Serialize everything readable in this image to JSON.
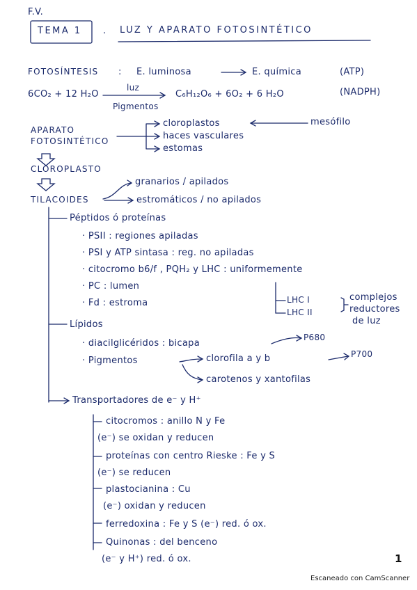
{
  "header": {
    "initials": "F.V.",
    "topic_box": "TEMA 1",
    "separator": ".",
    "title": "LUZ Y APARATO FOTOSINTÉTICO"
  },
  "photosynthesis": {
    "label": "FOTOSÍNTESIS",
    "colon": ":",
    "from": "E. luminosa",
    "to": "E. química",
    "atp": "(ATP)",
    "nadph": "(NADPH)",
    "eq_left": "6CO₂ + 12 H₂O",
    "eq_over": "luz",
    "eq_under": "Pigmentos",
    "eq_right": "C₆H₁₂O₆ + 6O₂ + 6 H₂O"
  },
  "apparatus": {
    "label_line1": "APARATO",
    "label_line2": "FOTOSINTÉTICO",
    "items": [
      "cloroplastos",
      "haces vasculares",
      "estomas"
    ],
    "mesofilo": "mesófilo"
  },
  "cloroplasto": "CLOROPLASTO",
  "tilacoides": {
    "label": "TILACOIDES",
    "types": [
      "granarios / apilados",
      "estromáticos / no apilados"
    ]
  },
  "peptidos": {
    "heading": "Péptidos ó proteínas",
    "items": [
      "· PSII : regiones apiladas",
      "· PSI y ATP sintasa : reg. no apiladas",
      "· citocromo b6/f , PQH₂ y LHC : uniformemente",
      "· PC : lumen",
      "· Fd : estroma"
    ],
    "lhc": [
      "LHC I",
      "LHC II"
    ],
    "complex_note": [
      "complejos",
      "reductores",
      "de luz"
    ]
  },
  "lipidos": {
    "heading": "Lípidos",
    "diacil": "· diacilglicéridos : bicapa",
    "p680": "P680",
    "p700": "P700",
    "pigmentos": "· Pigmentos",
    "clorofila": "clorofila a y b",
    "carotenos": "carotenos y xantofilas"
  },
  "transportadores": {
    "heading": "Transportadores de e⁻ y H⁺",
    "items": [
      "citocromos : anillo N y Fe",
      "(e⁻) se oxidan y reducen",
      "proteínas con centro Rieske : Fe y S",
      "(e⁻) se reducen",
      "plastocianina : Cu",
      "(e⁻) oxidan y reducen",
      "ferredoxina : Fe y S (e⁻) red. ó ox.",
      "Quinonas : del benceno",
      "(e⁻ y H⁺) red. ó ox."
    ]
  },
  "page_number": "1",
  "footer": "Escaneado con CamScanner"
}
